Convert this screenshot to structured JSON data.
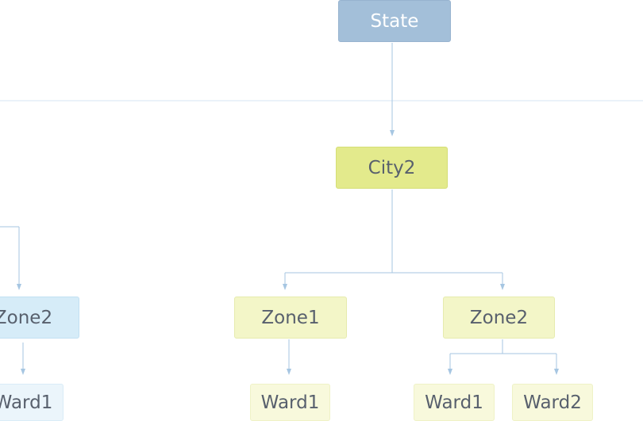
{
  "diagram": {
    "colors": {
      "connector": "#a6c6e2",
      "divider": "#d6e6f3",
      "state_fill": "#a3bfd9",
      "city_fill": "#e3ea8c",
      "zone_yellow_fill": "#f3f6c8",
      "ward_yellow_fill": "#f8f9dc",
      "zone_blue_fill": "#d6ecf8",
      "ward_blue_fill": "#ebf5fb"
    },
    "nodes": {
      "state": "State",
      "city2": "City2",
      "left_zone2": "Zone2",
      "left_ward1": "Ward1",
      "city2_zone1": "Zone1",
      "city2_zone2": "Zone2",
      "zone1_ward1": "Ward1",
      "zone2_ward1": "Ward1",
      "zone2_ward2": "Ward2"
    }
  }
}
